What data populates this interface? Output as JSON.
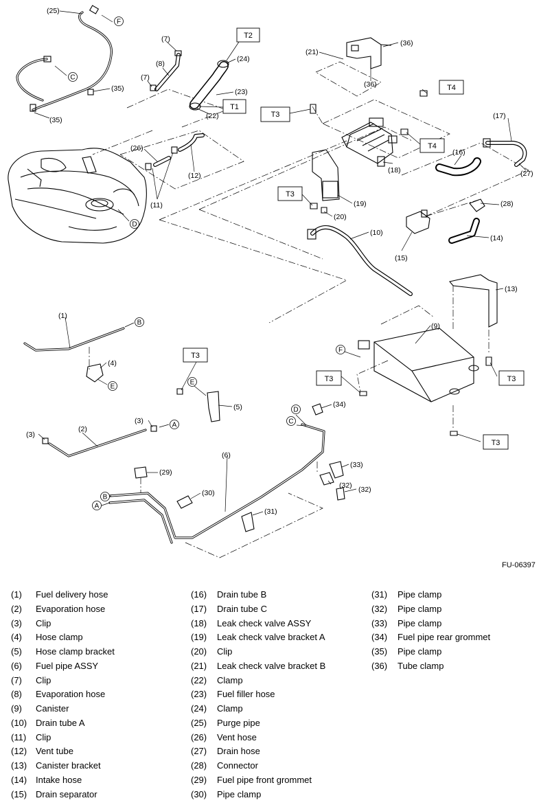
{
  "figure_code": "FU-06397",
  "callouts": {
    "c1": "(1)",
    "c2": "(2)",
    "c3a": "(3)",
    "c3b": "(3)",
    "c4": "(4)",
    "c5": "(5)",
    "c6": "(6)",
    "c7a": "(7)",
    "c7b": "(7)",
    "c8": "(8)",
    "c9": "(9)",
    "c10": "(10)",
    "c11": "(11)",
    "c12": "(12)",
    "c13": "(13)",
    "c14": "(14)",
    "c15": "(15)",
    "c16": "(16)",
    "c17": "(17)",
    "c18": "(18)",
    "c19": "(19)",
    "c20": "(20)",
    "c21": "(21)",
    "c22": "(22)",
    "c23": "(23)",
    "c24": "(24)",
    "c25": "(25)",
    "c26": "(26)",
    "c27": "(27)",
    "c28": "(28)",
    "c29": "(29)",
    "c30": "(30)",
    "c31": "(31)",
    "c32a": "(32)",
    "c32b": "(32)",
    "c33": "(33)",
    "c34": "(34)",
    "c35a": "(35)",
    "c35b": "(35)",
    "c36a": "(36)",
    "c36b": "(36)"
  },
  "torque_tags": {
    "t1": "T1",
    "t2": "T2",
    "t3a": "T3",
    "t3b": "T3",
    "t3c": "T3",
    "t3d": "T3",
    "t3e": "T3",
    "t3f": "T3",
    "t4a": "T4",
    "t4b": "T4"
  },
  "connector_letters": {
    "a1": "A",
    "a2": "A",
    "b1": "B",
    "b2": "B",
    "c1": "C",
    "c2": "C",
    "d1": "D",
    "d2": "D",
    "e1": "E",
    "e2": "E",
    "f1": "F",
    "f2": "F"
  },
  "legend": [
    [
      {
        "num": "(1)",
        "name": "Fuel delivery hose"
      },
      {
        "num": "(2)",
        "name": "Evaporation hose"
      },
      {
        "num": "(3)",
        "name": "Clip"
      },
      {
        "num": "(4)",
        "name": "Hose clamp"
      },
      {
        "num": "(5)",
        "name": "Hose clamp bracket"
      },
      {
        "num": "(6)",
        "name": "Fuel pipe ASSY"
      },
      {
        "num": "(7)",
        "name": "Clip"
      },
      {
        "num": "(8)",
        "name": "Evaporation hose"
      },
      {
        "num": "(9)",
        "name": "Canister"
      },
      {
        "num": "(10)",
        "name": "Drain tube A"
      },
      {
        "num": "(11)",
        "name": "Clip"
      },
      {
        "num": "(12)",
        "name": "Vent tube"
      },
      {
        "num": "(13)",
        "name": "Canister bracket"
      },
      {
        "num": "(14)",
        "name": "Intake hose"
      },
      {
        "num": "(15)",
        "name": "Drain separator"
      }
    ],
    [
      {
        "num": "(16)",
        "name": "Drain tube B"
      },
      {
        "num": "(17)",
        "name": "Drain tube C"
      },
      {
        "num": "(18)",
        "name": "Leak check valve ASSY"
      },
      {
        "num": "(19)",
        "name": "Leak check valve bracket A"
      },
      {
        "num": "(20)",
        "name": "Clip"
      },
      {
        "num": "(21)",
        "name": "Leak check valve bracket B"
      },
      {
        "num": "(22)",
        "name": "Clamp"
      },
      {
        "num": "(23)",
        "name": "Fuel filler hose"
      },
      {
        "num": "(24)",
        "name": "Clamp"
      },
      {
        "num": "(25)",
        "name": "Purge pipe"
      },
      {
        "num": "(26)",
        "name": "Vent hose"
      },
      {
        "num": "(27)",
        "name": "Drain hose"
      },
      {
        "num": "(28)",
        "name": "Connector"
      },
      {
        "num": "(29)",
        "name": "Fuel pipe front grommet"
      },
      {
        "num": "(30)",
        "name": "Pipe clamp"
      }
    ],
    [
      {
        "num": "(31)",
        "name": "Pipe clamp"
      },
      {
        "num": "(32)",
        "name": "Pipe clamp"
      },
      {
        "num": "(33)",
        "name": "Pipe clamp"
      },
      {
        "num": "(34)",
        "name": "Fuel pipe rear grommet"
      },
      {
        "num": "(35)",
        "name": "Pipe clamp"
      },
      {
        "num": "(36)",
        "name": "Tube clamp"
      }
    ]
  ]
}
